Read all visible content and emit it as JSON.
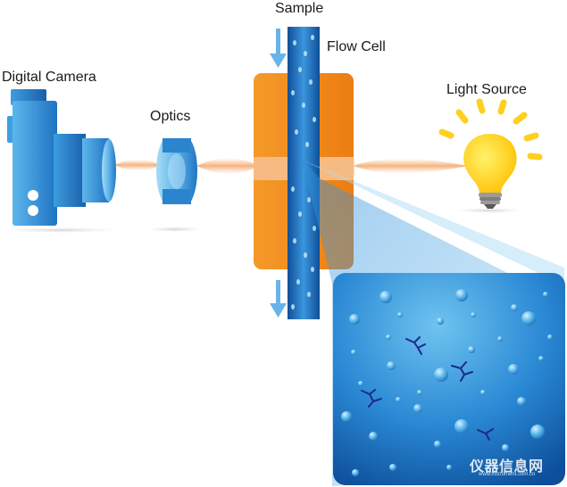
{
  "labels": {
    "camera": "Digital Camera",
    "optics": "Optics",
    "sample": "Sample",
    "flow_cell": "Flow Cell",
    "light_source": "Light Source"
  },
  "watermark": {
    "text": "仪器信息网",
    "url": "www.instrument.com.cn"
  },
  "colors": {
    "camera_blue": "#2a86d0",
    "flow_cell_orange": "#f08a1d",
    "bulb_yellow": "#ffd21a",
    "channel_blue": "#1f67b3",
    "arrow_blue": "#68b4ea",
    "inset_blue": "#1a6fc0"
  },
  "icons": [
    "camera-icon",
    "lens-icon",
    "light-bulb-icon",
    "flow-arrow-down-icon",
    "particle-icon",
    "droplet-icon"
  ]
}
